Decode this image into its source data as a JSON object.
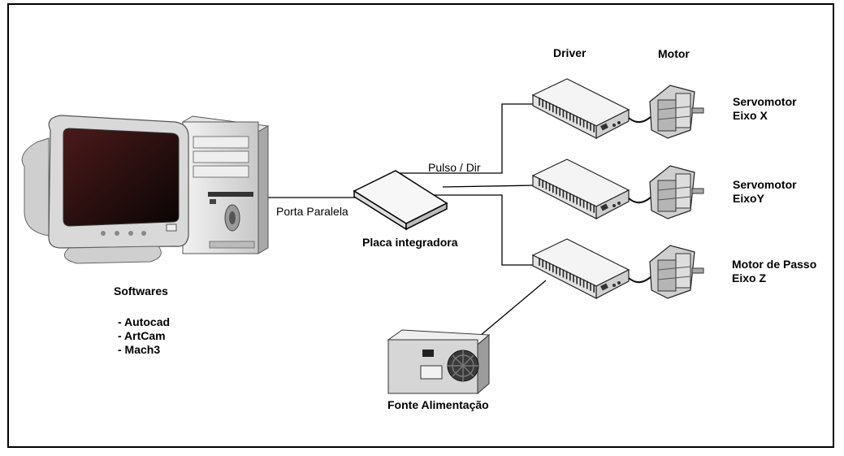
{
  "headers": {
    "driver": "Driver",
    "motor": "Motor"
  },
  "computer": {
    "softwares_title": "Softwares",
    "softwares": [
      "- Autocad",
      "- ArtCam",
      "- Mach3"
    ]
  },
  "connections": {
    "parallel_port": "Porta Paralela",
    "pulse_dir": "Pulso / Dir"
  },
  "board": {
    "label": "Placa integradora"
  },
  "power_supply": {
    "label": "Fonte Alimentação"
  },
  "axes": [
    {
      "line1": "Servomotor",
      "line2": "Eixo X"
    },
    {
      "line1": "Servomotor",
      "line2": "EixoY"
    },
    {
      "line1": "Motor de Passo",
      "line2": "Eixo Z"
    }
  ]
}
